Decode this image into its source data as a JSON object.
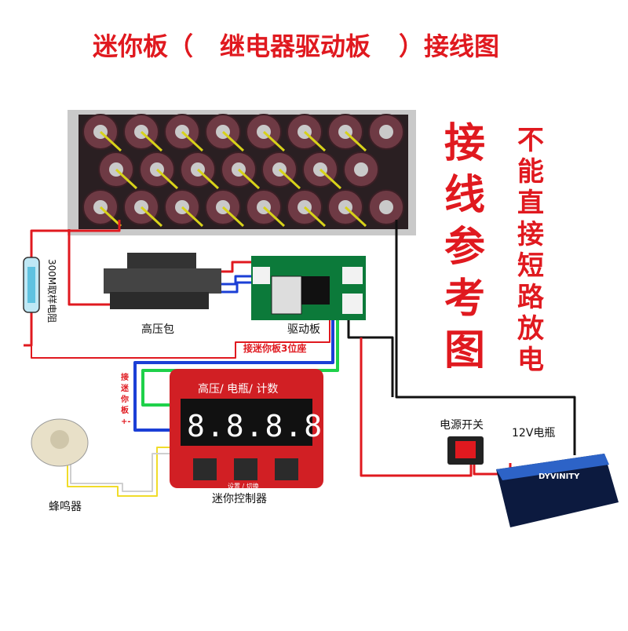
{
  "title": {
    "part1": "迷你板（",
    "part2": "继电器驱动板",
    "part3": "）接线图"
  },
  "labels": {
    "resistor": "300M取样电阻",
    "hv_pack": "高压包",
    "driver_board": "驱动板",
    "connect_3pin": "接迷你板3位座",
    "connect_mini": "接迷你板+-",
    "plus_minus": "+-",
    "display_header": "高压/ 电瓶/ 计数",
    "buttons_caption": "设置 / 切换",
    "digits": "8.8.8.8.",
    "mini_controller": "迷你控制器",
    "buzzer": "蜂鸣器",
    "power_switch": "电源开关",
    "battery": "12V电瓶",
    "battery_brand": "DYVINITY"
  },
  "side_text": {
    "ref": [
      "接",
      "线",
      "参",
      "考",
      "图"
    ],
    "warning": [
      "不",
      "能",
      "直",
      "接",
      "短",
      "路",
      "放",
      "电"
    ]
  },
  "colors": {
    "accent": "#e0191f",
    "wire_red": "#e0191f",
    "wire_blue": "#1b3fd6",
    "wire_green": "#1fd14a",
    "wire_black": "#111111",
    "wire_yellow": "#f0dc2a",
    "board_red": "#d11f24",
    "board_green": "#0c7a3a"
  }
}
